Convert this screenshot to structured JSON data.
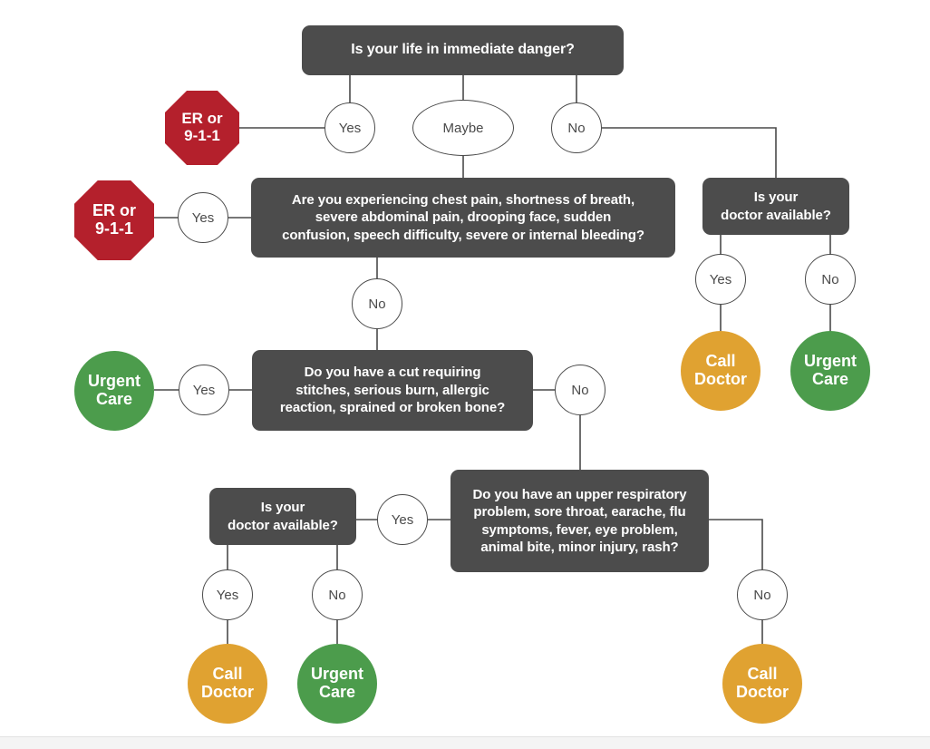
{
  "chart_data": {
    "type": "diagram",
    "title": "Where to go for care decision flowchart",
    "nodes": [
      {
        "id": "q1",
        "kind": "question",
        "text": "Is your life in immediate danger?"
      },
      {
        "id": "q2",
        "kind": "question",
        "text": "Are you experiencing chest pain, shortness of breath, severe abdominal pain, drooping face, sudden confusion, speech difficulty, severe or internal bleeding?"
      },
      {
        "id": "q3",
        "kind": "question",
        "text": "Do you have a cut requiring stitches, serious burn, allergic reaction, sprained or broken bone?"
      },
      {
        "id": "q4",
        "kind": "question",
        "text": "Do you have an upper respiratory problem, sore throat, earache, flu symptoms, fever, eye problem, animal bite, minor injury, rash?"
      },
      {
        "id": "q5",
        "kind": "question",
        "text": "Is your doctor available?"
      },
      {
        "id": "q6",
        "kind": "question",
        "text": "Is your doctor available?"
      },
      {
        "id": "er1",
        "kind": "outcome",
        "text": "ER or 9-1-1"
      },
      {
        "id": "er2",
        "kind": "outcome",
        "text": "ER or 9-1-1"
      },
      {
        "id": "uc1",
        "kind": "outcome",
        "text": "Urgent Care"
      },
      {
        "id": "uc2",
        "kind": "outcome",
        "text": "Urgent Care"
      },
      {
        "id": "uc3",
        "kind": "outcome",
        "text": "Urgent Care"
      },
      {
        "id": "cd1",
        "kind": "outcome",
        "text": "Call Doctor"
      },
      {
        "id": "cd2",
        "kind": "outcome",
        "text": "Call Doctor"
      },
      {
        "id": "cd3",
        "kind": "outcome",
        "text": "Call Doctor"
      }
    ],
    "edges": [
      {
        "from": "q1",
        "to": "er1",
        "label": "Yes"
      },
      {
        "from": "q1",
        "to": "q2",
        "label": "Maybe"
      },
      {
        "from": "q1",
        "to": "q5",
        "label": "No"
      },
      {
        "from": "q2",
        "to": "er2",
        "label": "Yes"
      },
      {
        "from": "q2",
        "to": "q3",
        "label": "No"
      },
      {
        "from": "q3",
        "to": "uc1",
        "label": "Yes"
      },
      {
        "from": "q3",
        "to": "q4",
        "label": "No"
      },
      {
        "from": "q4",
        "to": "q6",
        "label": "Yes"
      },
      {
        "from": "q4",
        "to": "cd3",
        "label": "No"
      },
      {
        "from": "q5",
        "to": "cd1",
        "label": "Yes"
      },
      {
        "from": "q5",
        "to": "uc2",
        "label": "No"
      },
      {
        "from": "q6",
        "to": "cd2",
        "label": "Yes"
      },
      {
        "from": "q6",
        "to": "uc3",
        "label": "No"
      }
    ]
  },
  "colors": {
    "background": "#ffffff",
    "question_box": "#4c4c4c",
    "question_text": "#ffffff",
    "node_stroke": "#4a4a4a",
    "node_fill": "#ffffff",
    "node_text": "#4a4a4a",
    "emergency_red": "#b4202c",
    "urgent_green": "#4c9c4c",
    "doctor_orange": "#e0a231",
    "footer_strip": "#f4f4f4"
  },
  "questions": {
    "q1": {
      "text": "Is your life in immediate danger?"
    },
    "q2": {
      "line1": "Are you experiencing chest pain, shortness of breath,",
      "line2": "severe abdominal pain, drooping face, sudden",
      "line3": "confusion, speech difficulty, severe or internal bleeding?"
    },
    "q3": {
      "line1": "Do you have a cut requiring",
      "line2": "stitches, serious burn, allergic",
      "line3": "reaction, sprained or broken bone?"
    },
    "q4": {
      "line1": "Do you have an upper respiratory",
      "line2": "problem, sore throat, earache, flu",
      "line3": "symptoms, fever, eye problem,",
      "line4": "animal bite, minor injury, rash?"
    },
    "q5": {
      "line1": "Is your",
      "line2": "doctor available?"
    },
    "q6": {
      "line1": "Is your",
      "line2": "doctor available?"
    }
  },
  "nodes": {
    "n_q1_yes": {
      "label": "Yes"
    },
    "n_q1_maybe": {
      "label": "Maybe"
    },
    "n_q1_no": {
      "label": "No"
    },
    "n_q2_yes": {
      "label": "Yes"
    },
    "n_q2_no": {
      "label": "No"
    },
    "n_q3_yes": {
      "label": "Yes"
    },
    "n_q3_no": {
      "label": "No"
    },
    "n_q4_yes": {
      "label": "Yes"
    },
    "n_q4_no": {
      "label": "No"
    },
    "n_q5_yes": {
      "label": "Yes"
    },
    "n_q5_no": {
      "label": "No"
    },
    "n_q6_yes": {
      "label": "Yes"
    },
    "n_q6_no": {
      "label": "No"
    }
  },
  "outcomes": {
    "er1": {
      "line1": "ER or",
      "line2": "9-1-1"
    },
    "er2": {
      "line1": "ER or",
      "line2": "9-1-1"
    },
    "uc1": {
      "line1": "Urgent",
      "line2": "Care"
    },
    "uc2": {
      "line1": "Urgent",
      "line2": "Care"
    },
    "uc3": {
      "line1": "Urgent",
      "line2": "Care"
    },
    "cd1": {
      "line1": "Call",
      "line2": "Doctor"
    },
    "cd2": {
      "line1": "Call",
      "line2": "Doctor"
    },
    "cd3": {
      "line1": "Call",
      "line2": "Doctor"
    }
  }
}
